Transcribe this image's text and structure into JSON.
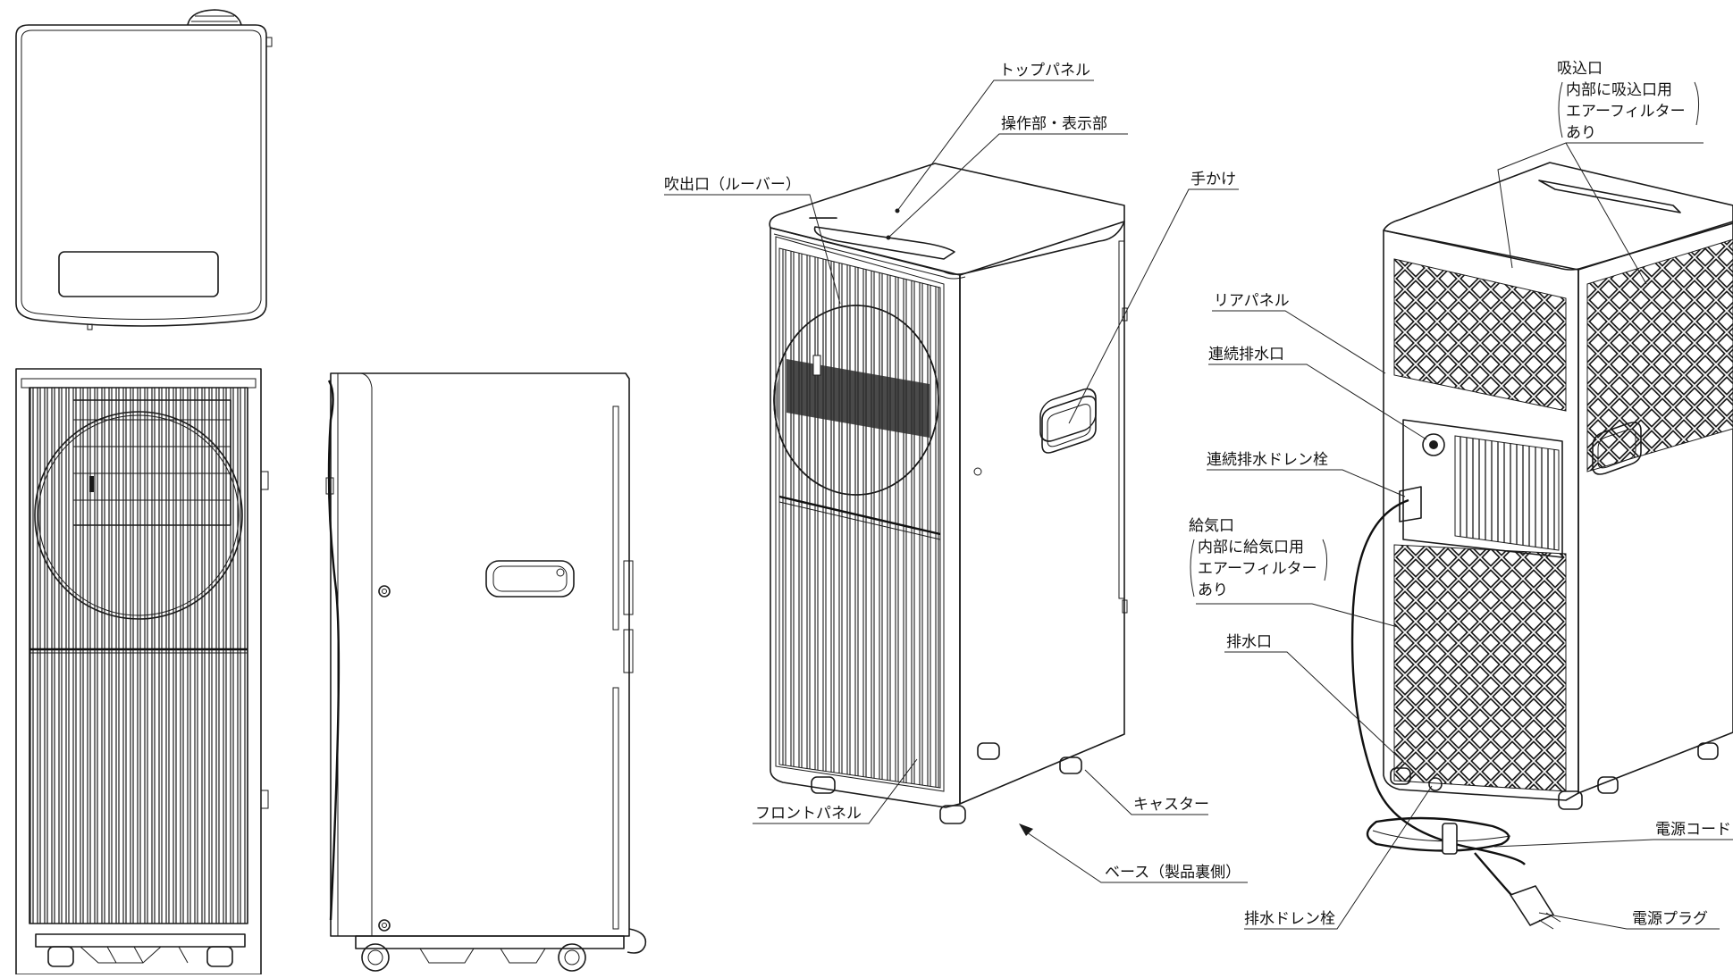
{
  "labels": {
    "top_panel": "トップパネル",
    "control_display": "操作部・表示部",
    "outlet_louver": "吹出口（ルーバー）",
    "handle": "手かけ",
    "front_panel": "フロントパネル",
    "caster": "キャスター",
    "base": "ベース（製品裏側）",
    "intake_title": "吸込口",
    "intake_note_1": "内部に吸込口用",
    "intake_note_2": "エアーフィルター",
    "intake_note_3": "あり",
    "rear_panel": "リアパネル",
    "continuous_drain": "連続排水口",
    "continuous_drain_plug": "連続排水ドレン栓",
    "supply_title": "給気口",
    "supply_note_1": "内部に給気口用",
    "supply_note_2": "エアーフィルター",
    "supply_note_3": "あり",
    "drain_outlet": "排水口",
    "power_cord": "電源コード",
    "drain_plug": "排水ドレン栓",
    "power_plug": "電源プラグ"
  },
  "colors": {
    "line": "#1a1a1a",
    "background": "#ffffff"
  }
}
